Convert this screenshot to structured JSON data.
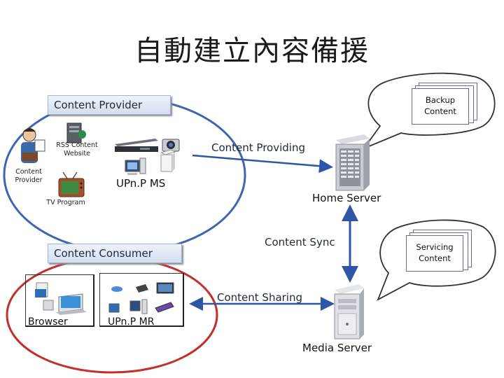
{
  "title": "自動建立內容備援",
  "bars": {
    "content_provider": "Content Provider",
    "content_consumer": "Content Consumer"
  },
  "labels": {
    "content_providing": "Content Providing",
    "upnp_ms": "UPn.P MS",
    "home_server": "Home Server",
    "content_sync": "Content Sync",
    "content_sharing": "Content Sharing",
    "media_server": "Media Server",
    "upnp_mr": "UPn.P MR",
    "browser": "Browser"
  },
  "small_labels": {
    "rss_line1": "RSS Content",
    "rss_line2": "Website",
    "provider_line1": "Content",
    "provider_line2": "Provider",
    "tv_program": "TV Program"
  },
  "callouts": {
    "backup_line1": "Backup",
    "backup_line2": "Content",
    "servicing_line1": "Servicing",
    "servicing_line2": "Content"
  },
  "colors": {
    "provider_ellipse": "#3e64b4",
    "consumer_ellipse": "#c0302c",
    "arrow": "#2f55a8"
  }
}
